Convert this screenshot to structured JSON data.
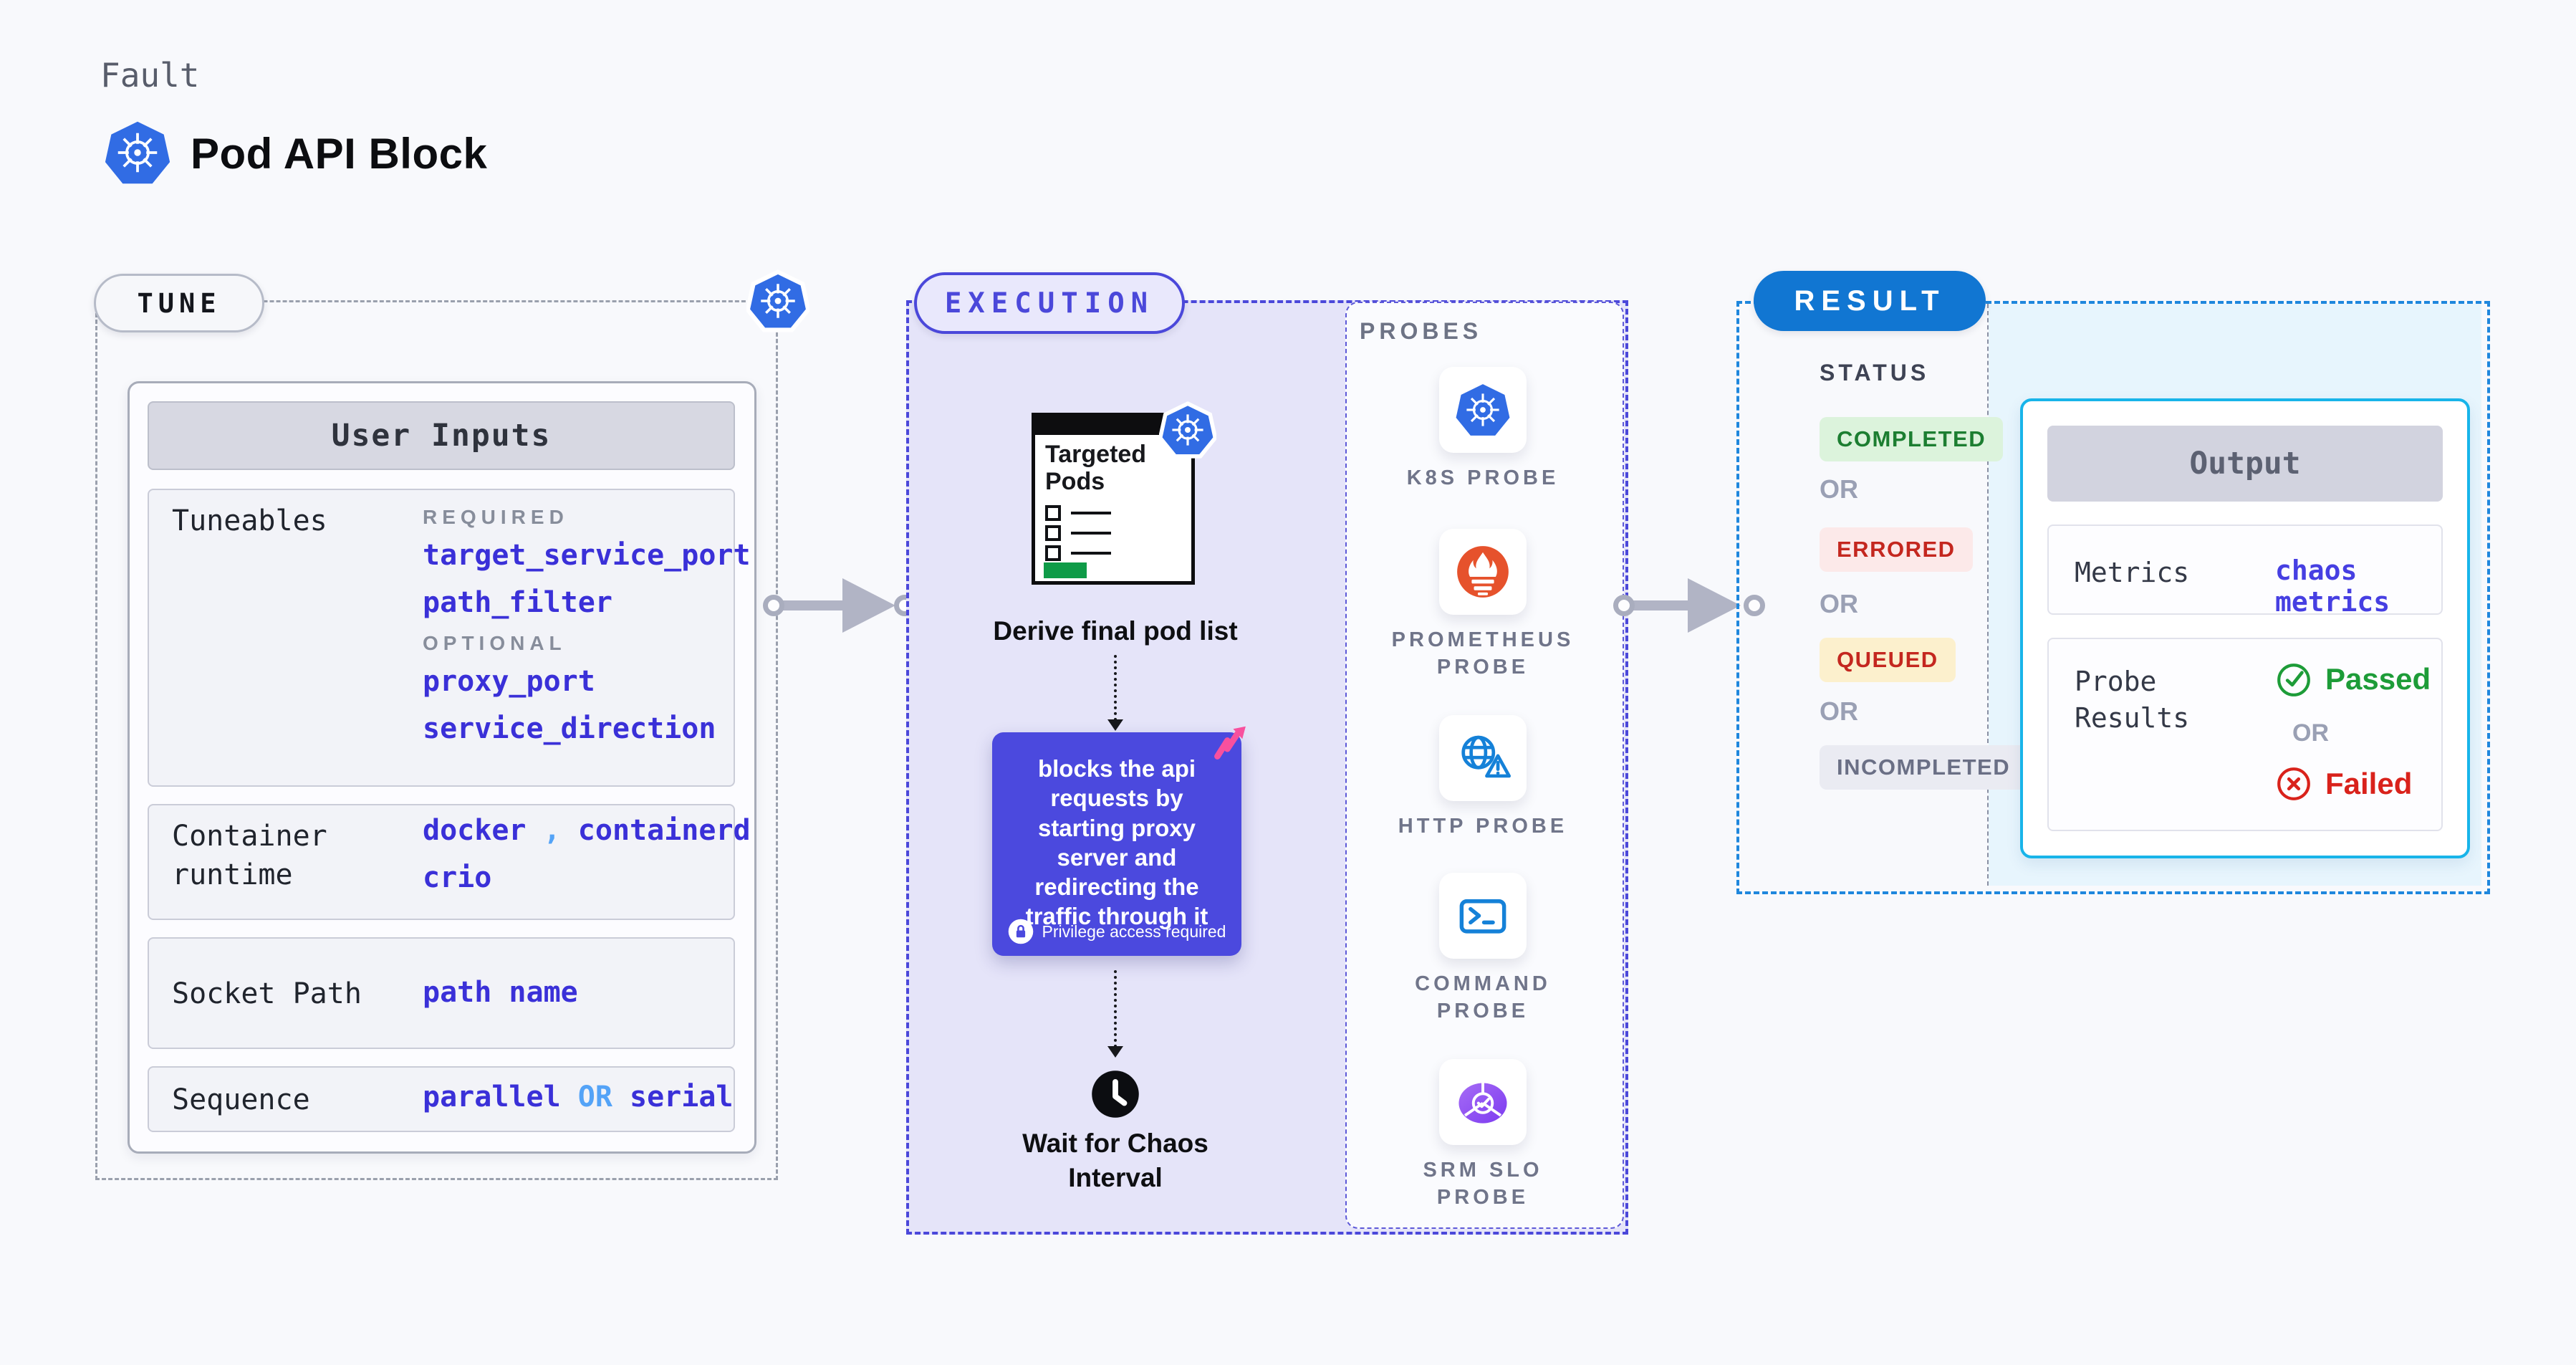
{
  "header": {
    "kicker": "Fault",
    "title": "Pod API Block"
  },
  "tune": {
    "badge": "TUNE",
    "card_title": "User Inputs",
    "tuneables": {
      "label": "Tuneables",
      "required_label": "REQUIRED",
      "required": [
        "target_service_port",
        "path_filter"
      ],
      "optional_label": "OPTIONAL",
      "optional": [
        "proxy_port",
        "service_direction"
      ]
    },
    "runtime": {
      "label": "Container runtime",
      "value1": "docker",
      "comma": ",",
      "value2": "containerd",
      "value3": "crio"
    },
    "socket": {
      "label": "Socket Path",
      "value": "path name"
    },
    "sequence": {
      "label": "Sequence",
      "value1": "parallel",
      "or": "OR",
      "value2": "serial"
    }
  },
  "execution": {
    "badge": "EXECUTION",
    "targeted_pods_title": "Targeted Pods",
    "derive_label": "Derive final pod list",
    "action_text": "blocks the api requests by starting proxy server and redirecting the traffic through it",
    "privilege_note": "Privilege access required",
    "wait_label": "Wait for Chaos Interval"
  },
  "probes": {
    "title": "PROBES",
    "items": [
      {
        "label": "K8S PROBE",
        "icon": "kubernetes-icon"
      },
      {
        "label": "PROMETHEUS PROBE",
        "icon": "prometheus-icon"
      },
      {
        "label": "HTTP PROBE",
        "icon": "globe-warning-icon"
      },
      {
        "label": "COMMAND PROBE",
        "icon": "terminal-icon"
      },
      {
        "label": "SRM SLO PROBE",
        "icon": "srm-slo-icon"
      }
    ]
  },
  "result": {
    "badge": "RESULT",
    "status_title": "STATUS",
    "or_label": "OR",
    "statuses": [
      {
        "label": "COMPLETED",
        "type": "completed"
      },
      {
        "label": "ERRORED",
        "type": "errored"
      },
      {
        "label": "QUEUED",
        "type": "queued"
      },
      {
        "label": "INCOMPLETED",
        "type": "incompleted"
      }
    ],
    "output": {
      "title": "Output",
      "metrics_label": "Metrics",
      "metrics_value": "chaos metrics",
      "probe_results_label": "Probe Results",
      "passed": "Passed",
      "or_label": "OR",
      "failed": "Failed"
    }
  },
  "colors": {
    "page_bg": "#f8f9fc",
    "indigo_accent": "#4b48da",
    "link_indigo": "#3a30d8",
    "light_link_blue": "#54a3f7",
    "lavender_bg": "#e5e4f9",
    "result_blue": "#1176d2",
    "result_dash_blue": "#1f87dd",
    "result_area_bg": "#e7f5fd",
    "output_border_cyan": "#18b4e9",
    "kubernetes_blue": "#316ce4",
    "prometheus_orange": "#e6522c",
    "passed_green": "#1d9c38",
    "failed_red": "#d9221b",
    "completed_bg": "#dcf3dc",
    "completed_fg": "#1c7e31",
    "errored_bg": "#fce9e9",
    "errored_fg": "#c4271f",
    "queued_bg": "#fcf0cd",
    "queued_fg": "#c4271f",
    "incompleted_bg": "#eaebf2",
    "incompleted_fg": "#6a6f85",
    "pink_accent": "#f8509e",
    "green_bar": "#0f9b48"
  }
}
